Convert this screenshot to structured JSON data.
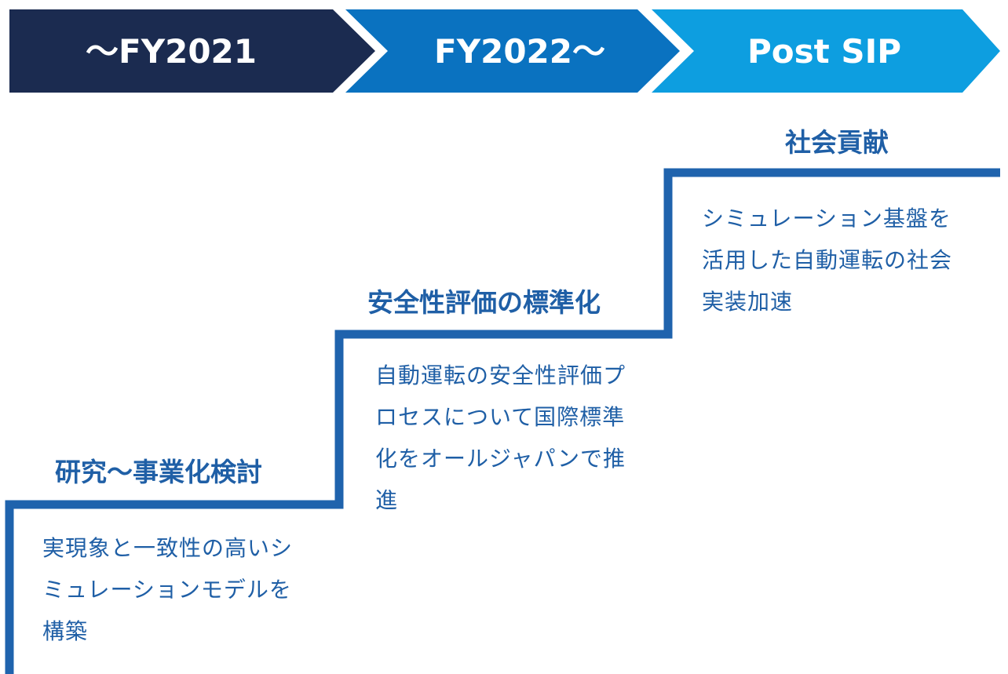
{
  "colors": {
    "phase_1": "#1b2b50",
    "phase_2": "#0a72c0",
    "phase_3": "#0d9ee0",
    "stair_line": "#1f63ad",
    "text": "#1f5fa6",
    "chevron_text": "#ffffff"
  },
  "phases": [
    {
      "label": "〜FY2021"
    },
    {
      "label": "FY2022〜"
    },
    {
      "label": "Post SIP"
    }
  ],
  "steps": [
    {
      "title": "研究〜事業化検討",
      "lines": [
        "実現象と一致性の高いシ",
        "ミュレーションモデルを",
        "構築"
      ]
    },
    {
      "title": "安全性評価の標準化",
      "lines": [
        "自動運転の安全性評価プ",
        "ロセスについて国際標準",
        "化をオールジャパンで推",
        "進"
      ]
    },
    {
      "title": "社会貢献",
      "lines": [
        "シミュレーション基盤を",
        "活用した自動運転の社会",
        "実装加速"
      ]
    }
  ]
}
